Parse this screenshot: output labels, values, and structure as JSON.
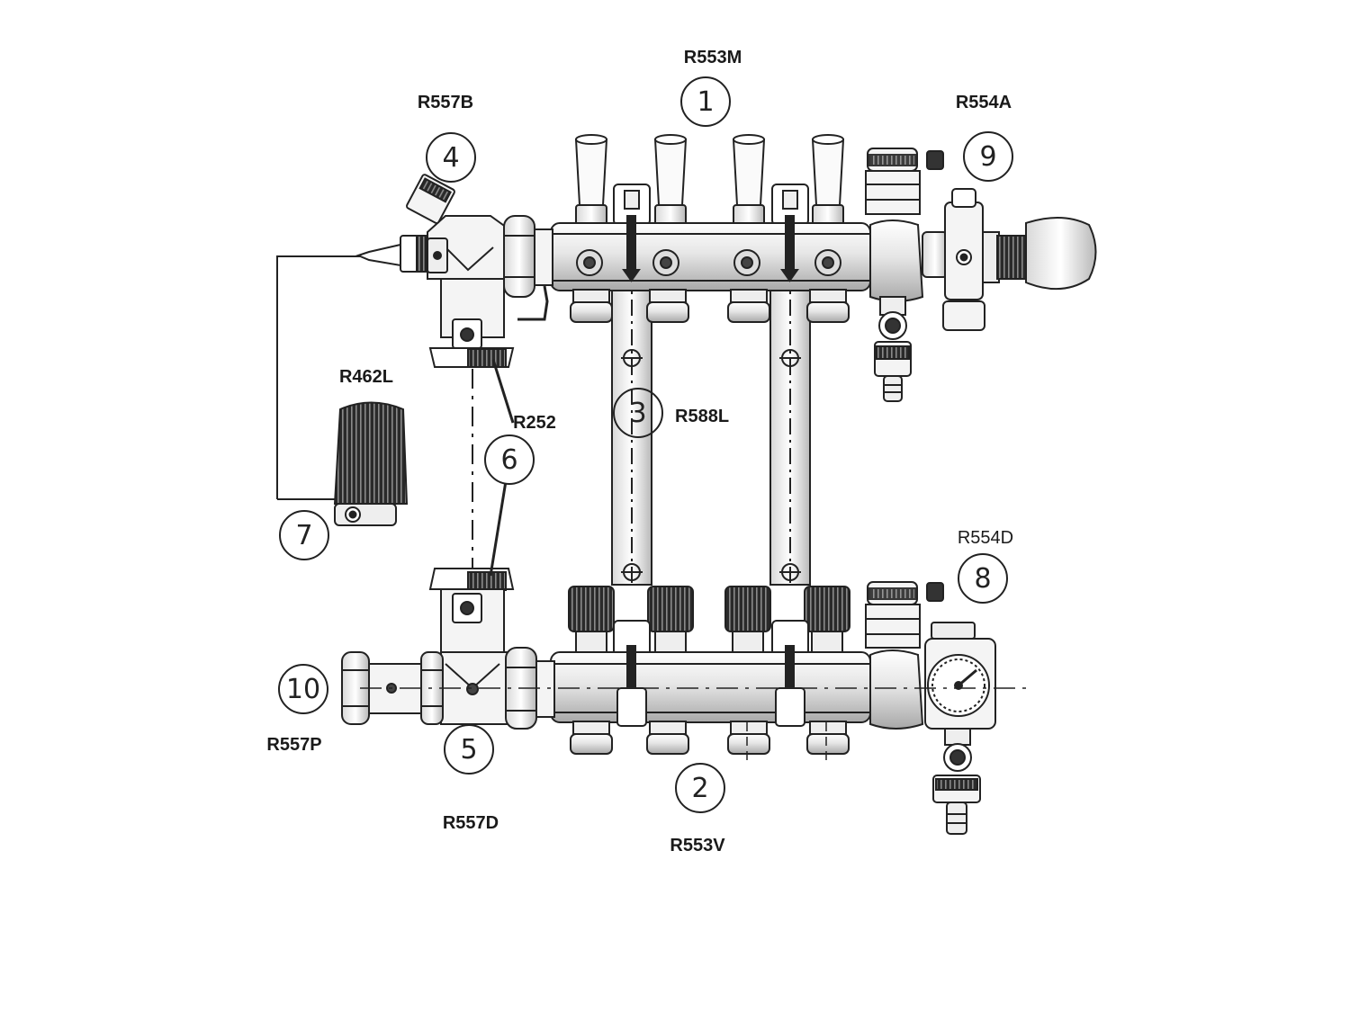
{
  "components": [
    {
      "number": "1",
      "code": "R553M"
    },
    {
      "number": "2",
      "code": "R553V"
    },
    {
      "number": "3",
      "code": "R588L"
    },
    {
      "number": "4",
      "code": "R557B"
    },
    {
      "number": "5",
      "code": "R557D"
    },
    {
      "number": "6",
      "code": "R252"
    },
    {
      "number": "7",
      "code": "R462L"
    },
    {
      "number": "8",
      "code": "R554D"
    },
    {
      "number": "9",
      "code": "R554A"
    },
    {
      "number": "10",
      "code": "R557P"
    }
  ],
  "colors": {
    "line": "#222222",
    "background": "#ffffff",
    "metal_light": "#f2f2f2",
    "metal_mid": "#c8c8c8",
    "dark": "#1a1a1a"
  }
}
